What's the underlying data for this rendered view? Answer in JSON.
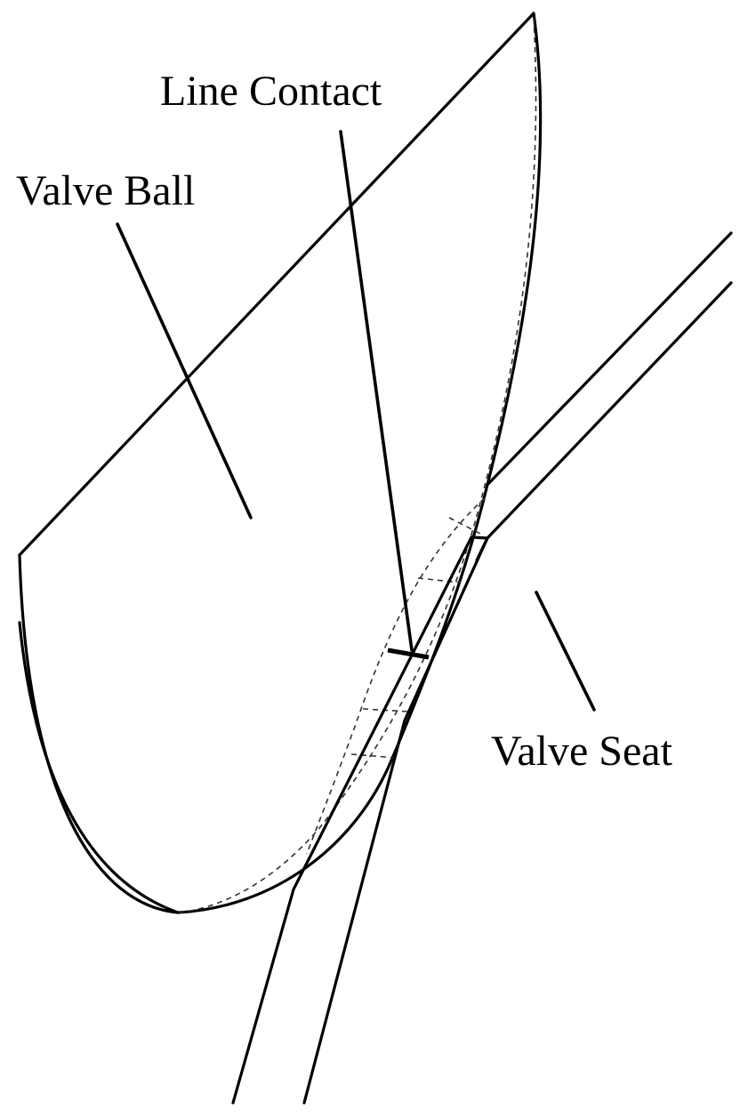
{
  "labels": {
    "line_contact": "Line Contact",
    "valve_ball": "Valve Ball",
    "valve_seat": "Valve Seat"
  },
  "colors": {
    "stroke": "#000000",
    "dashed": "#333333",
    "background": "#ffffff"
  }
}
